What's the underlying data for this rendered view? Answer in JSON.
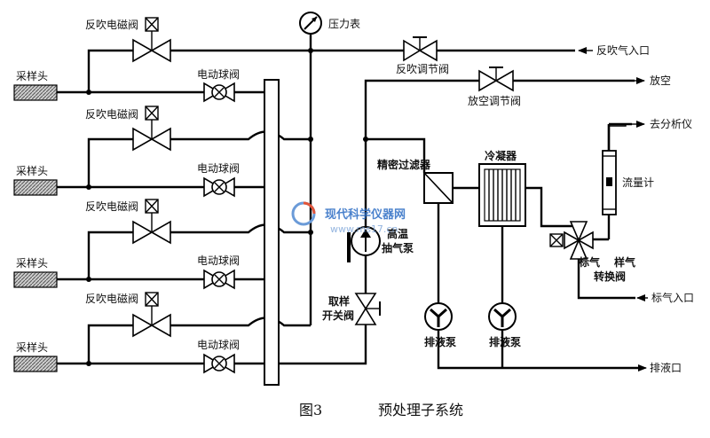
{
  "labels": {
    "backflush_solenoid": "反吹电磁阀",
    "electric_ball_valve": "电动球阀",
    "sampling_head": "采样头",
    "pressure_gauge": "压力表",
    "backflush_regulator": "反吹调节阀",
    "backflush_inlet": "反吹气入口",
    "vent_regulator": "放空调节阀",
    "vent": "放空",
    "fine_filter": "精密过滤器",
    "condenser": "冷凝器",
    "to_analyzer": "去分析仪",
    "flowmeter": "流量计",
    "high_temp": "高温",
    "pump": "抽气泵",
    "sampling": "取样",
    "switch_valve": "开关阀",
    "drain_pump": "排液泵",
    "std_gas": "标气",
    "sample_gas": "样气",
    "switch_valve2": "转换阀",
    "std_gas_inlet": "标气入口",
    "drain_outlet": "排液口"
  },
  "caption": {
    "figure_no": "图3",
    "title": "预处理子系统"
  },
  "watermark": {
    "name": "现代科学仪器网",
    "url": "www.ms17.cn"
  }
}
